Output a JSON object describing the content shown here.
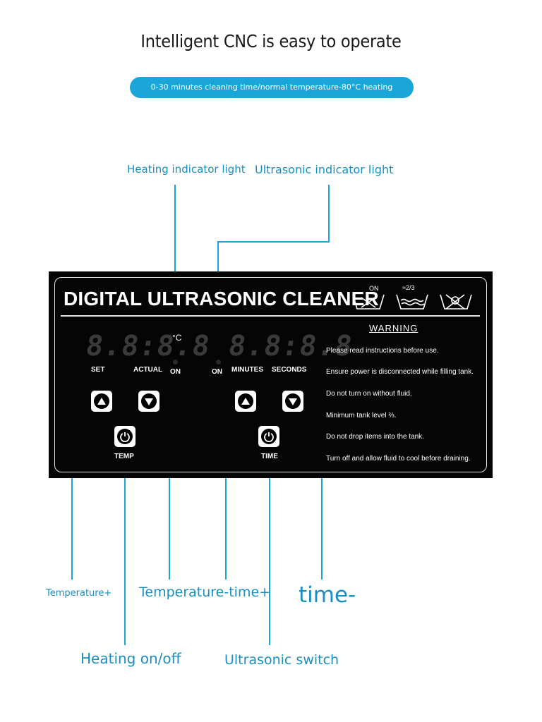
{
  "header": {
    "title": "Intelligent CNC is easy to operate",
    "subtitle": "0-30 minutes cleaning time/normal temperature-80°C heating temperature"
  },
  "colors": {
    "accent": "#1aa6d8",
    "callout": "#1a8fc0",
    "panel": "#050505"
  },
  "callouts": {
    "heating_light": "Heating indicator light",
    "ultrasonic_light": "Ultrasonic indicator light",
    "temp_plus": "Temperature+",
    "temp_time_plus": "Temperature-time+",
    "time_minus": "time-",
    "heating_onoff": "Heating on/off",
    "ultrasonic_switch": "Ultrasonic switch"
  },
  "panel": {
    "title": "DIGITAL ULTRASONIC CLEANER",
    "symbols": {
      "on": "ON",
      "level": "≈2/3"
    },
    "temp_display": "8.8:8.8",
    "time_display": "8.8:8.8",
    "unit": "°C",
    "labels": {
      "set": "SET",
      "actual": "ACTUAL",
      "on_left": "ON",
      "on_right": "ON",
      "minutes": "MINUTES",
      "seconds": "SECONDS",
      "temp": "TEMP",
      "time": "TIME"
    },
    "warning_title": "WARNING",
    "warnings": [
      "Please read instructions before use.",
      "Ensure power is disconnected while filling tank.",
      "Do not turn on without fluid.",
      "Minimum tank level ⅔.",
      "Do not drop items into the tank.",
      "Turn off and allow fluid to cool before draining."
    ],
    "icons": [
      "up-arrow-icon",
      "down-arrow-icon",
      "power-icon"
    ]
  }
}
